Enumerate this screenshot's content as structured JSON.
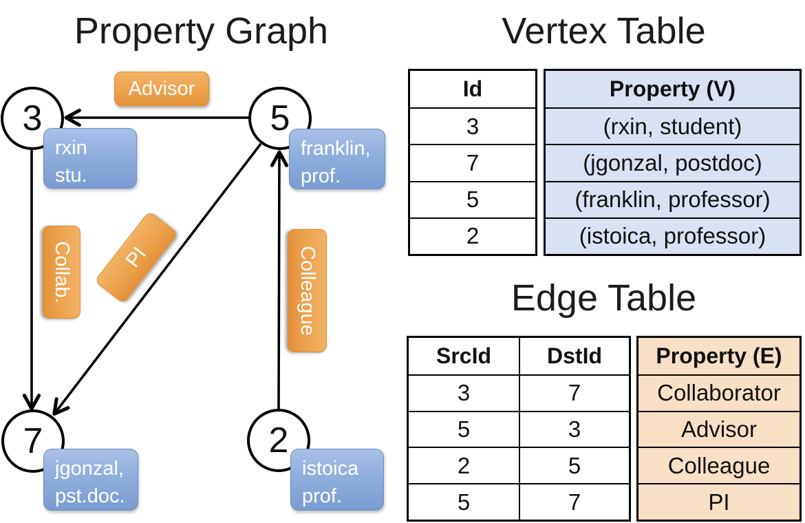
{
  "colors": {
    "edge_label_orange": "#eda24d",
    "vertex_property_blue": "#8fadde",
    "vertex_table_fill": "#d9e2f3",
    "edge_table_fill": "#f7e0c6"
  },
  "graph": {
    "title": "Property Graph",
    "nodes": [
      {
        "id": "3",
        "property_lines": [
          "rxin",
          "stu."
        ]
      },
      {
        "id": "5",
        "property_lines": [
          "franklin,",
          "prof."
        ]
      },
      {
        "id": "7",
        "property_lines": [
          "jgonzal,",
          "pst.doc."
        ]
      },
      {
        "id": "2",
        "property_lines": [
          "istoica",
          "prof."
        ]
      }
    ],
    "edges": [
      {
        "from": "5",
        "to": "3",
        "label": "Advisor"
      },
      {
        "from": "3",
        "to": "7",
        "label": "Collab."
      },
      {
        "from": "5",
        "to": "7",
        "label": "PI"
      },
      {
        "from": "2",
        "to": "5",
        "label": "Colleague"
      }
    ],
    "edge_labels": {
      "advisor": "Advisor",
      "collab": "Collab.",
      "pi": "PI",
      "colleague": "Colleague"
    }
  },
  "vertex_table": {
    "title": "Vertex Table",
    "columns": [
      "Id",
      "Property (V)"
    ],
    "rows": [
      [
        "3",
        "(rxin, student)"
      ],
      [
        "7",
        "(jgonzal, postdoc)"
      ],
      [
        "5",
        "(franklin, professor)"
      ],
      [
        "2",
        "(istoica, professor)"
      ]
    ]
  },
  "edge_table": {
    "title": "Edge Table",
    "columns": [
      "SrcId",
      "DstId",
      "Property (E)"
    ],
    "rows": [
      [
        "3",
        "7",
        "Collaborator"
      ],
      [
        "5",
        "3",
        "Advisor"
      ],
      [
        "2",
        "5",
        "Colleague"
      ],
      [
        "5",
        "7",
        "PI"
      ]
    ]
  }
}
